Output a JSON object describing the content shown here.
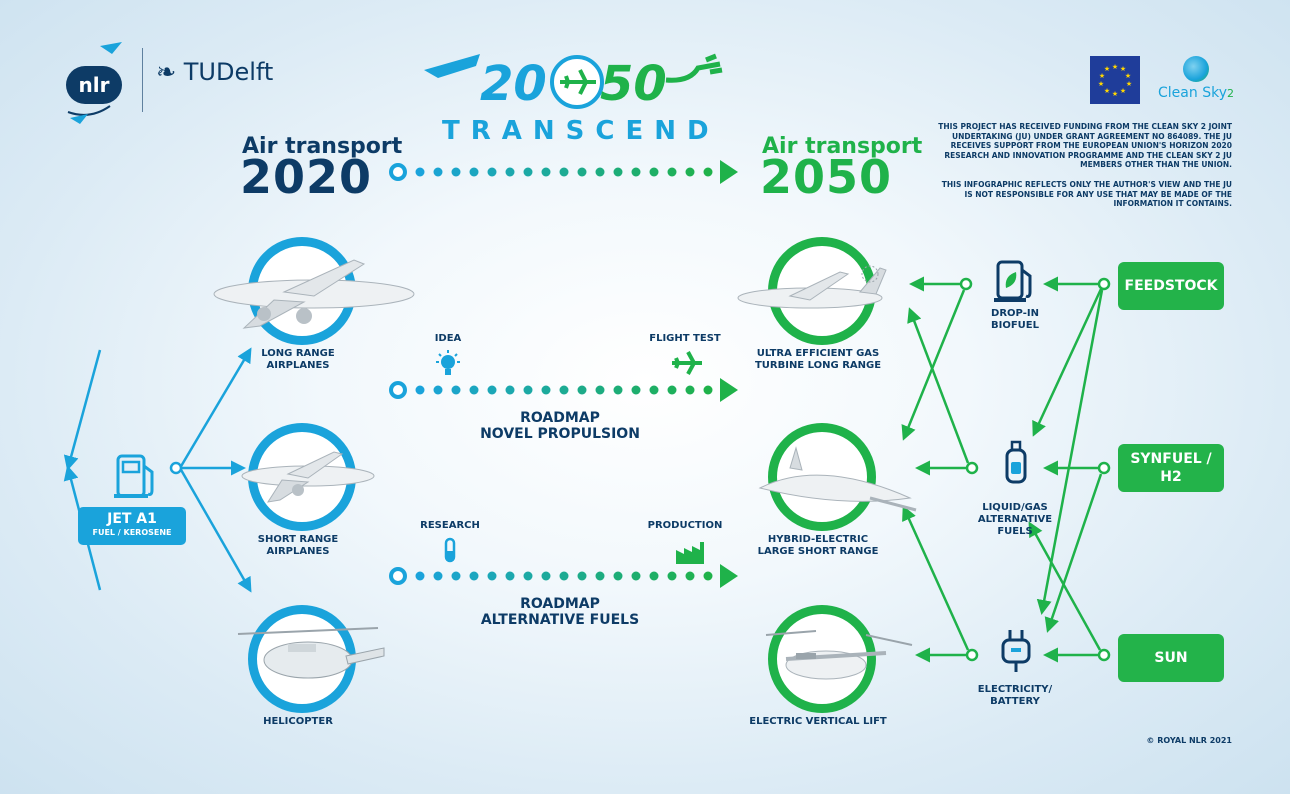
{
  "logos": {
    "nlr": "nlr",
    "tudelft": "TUDelft",
    "clean_sky": "Clean Sky",
    "clean_sky_sub": "2"
  },
  "title": {
    "num_left": "20",
    "num_right": "50",
    "subtitle": "TRANSCEND"
  },
  "timeline": {
    "left_small": "Air transport",
    "left_year": "2020",
    "right_small": "Air transport",
    "right_year": "2050"
  },
  "disclaimer": {
    "p1": "THIS PROJECT HAS RECEIVED FUNDING FROM THE CLEAN SKY 2 JOINT UNDERTAKING (JU) UNDER GRANT AGREEMENT NO 864089. THE JU RECEIVES SUPPORT FROM THE EUROPEAN UNION'S HORIZON 2020 RESEARCH AND INNOVATION PROGRAMME AND THE CLEAN SKY 2 JU MEMBERS OTHER THAN THE UNION.",
    "p2": "THIS INFOGRAPHIC REFLECTS ONLY THE AUTHOR'S VIEW AND THE JU IS NOT RESPONSIBLE FOR ANY USE THAT MAY BE MADE OF THE INFORMATION IT CONTAINS."
  },
  "left_aircraft": [
    {
      "l1": "LONG RANGE",
      "l2": "AIRPLANES"
    },
    {
      "l1": "SHORT RANGE",
      "l2": "AIRPLANES"
    },
    {
      "l1": "HELICOPTER",
      "l2": ""
    }
  ],
  "right_aircraft": [
    {
      "l1": "ULTRA EFFICIENT GAS",
      "l2": "TURBINE LONG RANGE"
    },
    {
      "l1": "HYBRID-ELECTRIC",
      "l2": "LARGE SHORT RANGE"
    },
    {
      "l1": "ELECTRIC VERTICAL LIFT",
      "l2": ""
    }
  ],
  "jet_fuel": {
    "l1": "JET A1",
    "l2": "FUEL / KEROSENE"
  },
  "roadmaps": {
    "propulsion": {
      "start": "IDEA",
      "end": "FLIGHT TEST",
      "l1": "ROADMAP",
      "l2": "NOVEL PROPULSION"
    },
    "fuels": {
      "start": "RESEARCH",
      "end": "PRODUCTION",
      "l1": "ROADMAP",
      "l2": "ALTERNATIVE FUELS"
    }
  },
  "energy": [
    {
      "l1": "DROP-IN",
      "l2": "BIOFUEL",
      "l3": ""
    },
    {
      "l1": "LIQUID/GAS",
      "l2": "ALTERNATIVE",
      "l3": "FUELS"
    },
    {
      "l1": "ELECTRICITY/",
      "l2": "BATTERY",
      "l3": ""
    }
  ],
  "sources": [
    {
      "l1": "FEEDSTOCK",
      "l2": ""
    },
    {
      "l1": "SYNFUEL /",
      "l2": "H2"
    },
    {
      "l1": "SUN",
      "l2": ""
    }
  ],
  "copyright": "© ROYAL NLR 2021",
  "colors": {
    "blue": "#1aa3db",
    "navy": "#0d3b66",
    "green": "#1fb24a"
  }
}
